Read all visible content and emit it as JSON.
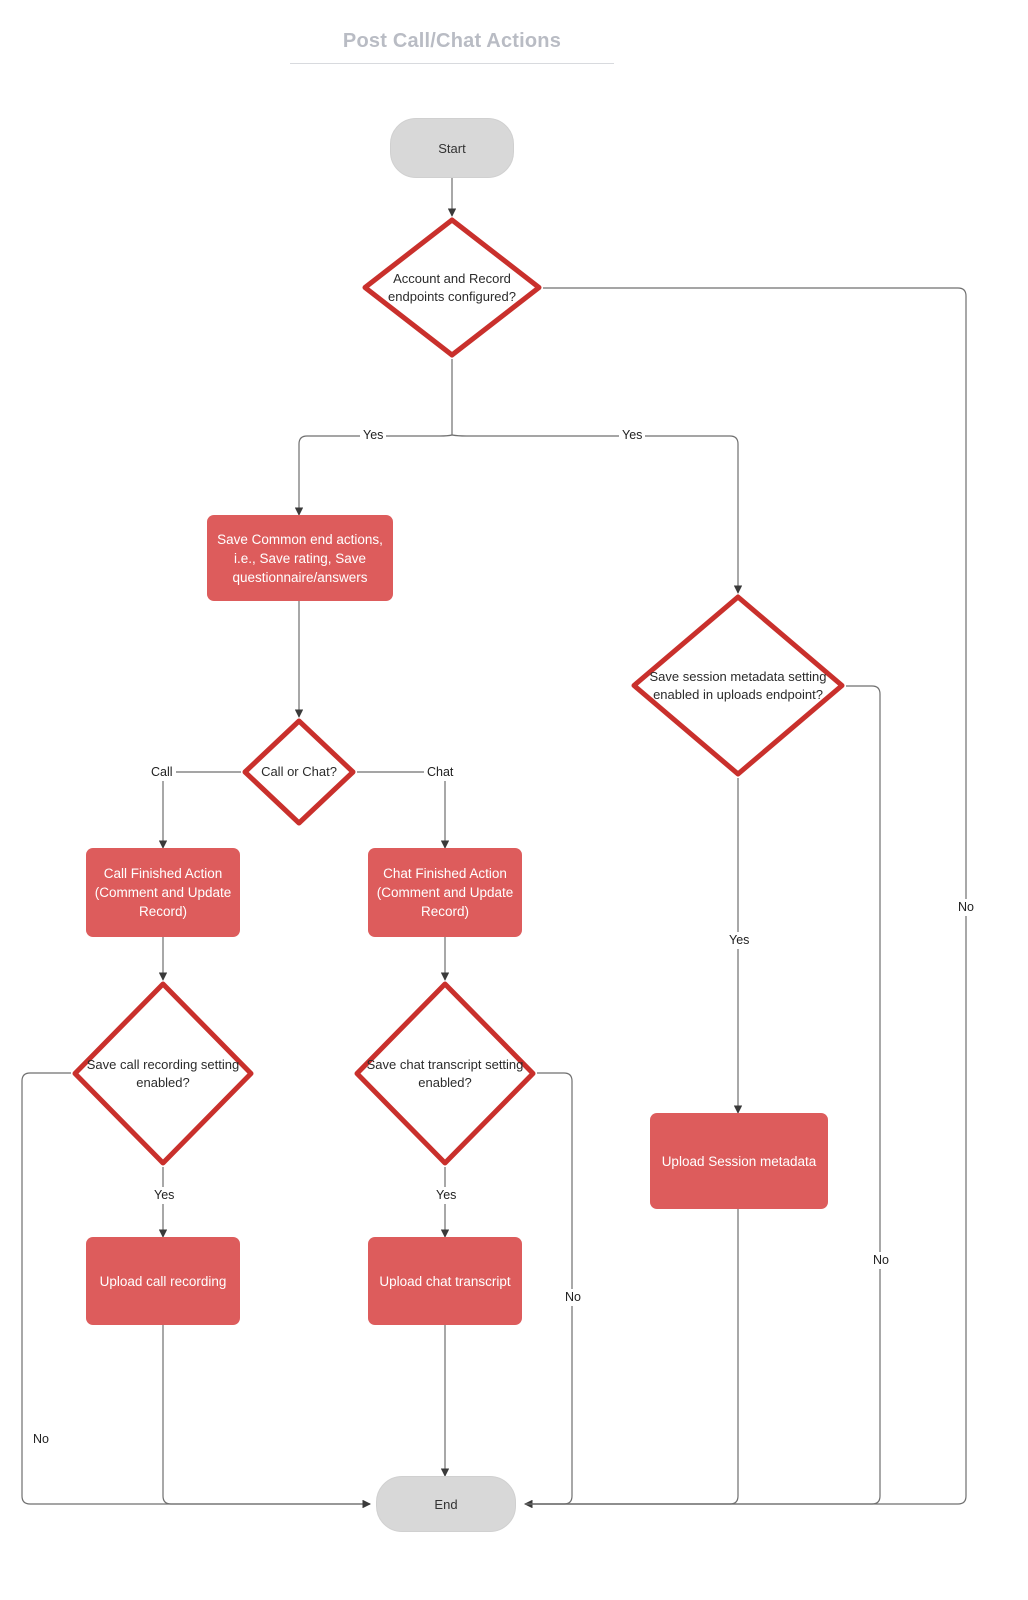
{
  "diagram": {
    "title": "Post Call/Chat Actions",
    "colors": {
      "process_fill": "#dd5c5c",
      "decision_stroke": "#c9302c",
      "terminator_fill": "#d8d8d8",
      "edge_stroke": "#6f6f6f",
      "title_color": "#b9bcc4",
      "process_text": "#ffffff",
      "node_text": "#2b2b2b"
    },
    "nodes": {
      "start": "Start",
      "end": "End",
      "decision_endpoints": "Account and Record endpoints configured?",
      "process_common": "Save Common end actions, i.e., Save rating, Save questionnaire/answers",
      "decision_call_or_chat": "Call or Chat?",
      "process_call_finished": "Call Finished Action (Comment and Update Record)",
      "process_chat_finished": "Chat Finished Action (Comment and Update Record)",
      "decision_call_recording": "Save call recording setting enabled?",
      "decision_chat_transcript": "Save chat transcript setting enabled?",
      "process_upload_call": "Upload call recording",
      "process_upload_chat": "Upload chat transcript",
      "decision_session_metadata": "Save session metadata setting enabled in uploads endpoint?",
      "process_upload_metadata": "Upload Session metadata"
    },
    "edge_labels": {
      "endpoints_yes_left": "Yes",
      "endpoints_yes_right": "Yes",
      "endpoints_no_right": "No",
      "branch_call": "Call",
      "branch_chat": "Chat",
      "call_recording_yes": "Yes",
      "call_recording_no": "No",
      "chat_transcript_yes": "Yes",
      "chat_transcript_no": "No",
      "session_metadata_yes": "Yes",
      "session_metadata_no": "No"
    }
  }
}
